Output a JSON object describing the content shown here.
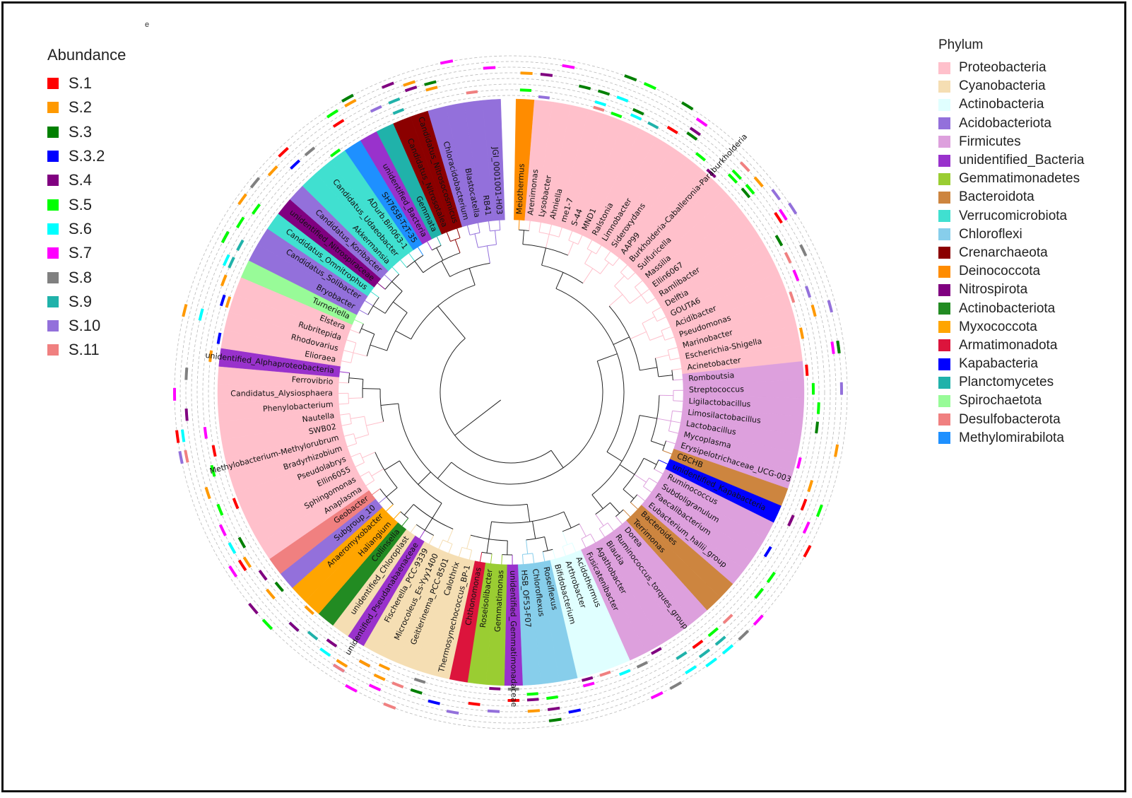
{
  "panel_mark": "e",
  "abundance_legend": {
    "title": "Abundance",
    "items": [
      {
        "label": "S.1",
        "color": "#ff0000"
      },
      {
        "label": "S.2",
        "color": "#ff9900"
      },
      {
        "label": "S.3",
        "color": "#008000"
      },
      {
        "label": "S.3.2",
        "color": "#0000ff"
      },
      {
        "label": "S.4",
        "color": "#800080"
      },
      {
        "label": "S.5",
        "color": "#00ff00"
      },
      {
        "label": "S.6",
        "color": "#00ffff"
      },
      {
        "label": "S.7",
        "color": "#ff00ff"
      },
      {
        "label": "S.8",
        "color": "#808080"
      },
      {
        "label": "S.9",
        "color": "#20b2aa"
      },
      {
        "label": "S.10",
        "color": "#9370db"
      },
      {
        "label": "S.11",
        "color": "#f08080"
      }
    ]
  },
  "phylum_legend": {
    "title": "Phylum",
    "items": [
      {
        "key": "Proteobacteria",
        "label": "Proteobacteria",
        "color": "#ffc0cb"
      },
      {
        "key": "Cyanobacteria",
        "label": "Cyanobacteria",
        "color": "#f5deb3"
      },
      {
        "key": "Actinobacteria",
        "label": "Actinobacteria",
        "color": "#e0ffff"
      },
      {
        "key": "Acidobacteriota",
        "label": "Acidobacteriota",
        "color": "#9370db"
      },
      {
        "key": "Firmicutes",
        "label": "Firmicutes",
        "color": "#dda0dd"
      },
      {
        "key": "unidentified_Bacteria",
        "label": "unidentified_Bacteria",
        "color": "#9932cc"
      },
      {
        "key": "Gemmatimonadetes",
        "label": "Gemmatimonadetes",
        "color": "#9acd32"
      },
      {
        "key": "Bacteroidota",
        "label": "Bacteroidota",
        "color": "#cd853f"
      },
      {
        "key": "Verrucomicrobiota",
        "label": "Verrucomicrobiota",
        "color": "#40e0d0"
      },
      {
        "key": "Chloroflexi",
        "label": "Chloroflexi",
        "color": "#87ceeb"
      },
      {
        "key": "Crenarchaeota",
        "label": "Crenarchaeota",
        "color": "#8b0000"
      },
      {
        "key": "Deinococcota",
        "label": "Deinococcota",
        "color": "#ff8c00"
      },
      {
        "key": "Nitrospirota",
        "label": "Nitrospirota",
        "color": "#800080"
      },
      {
        "key": "Actinobacteriota",
        "label": "Actinobacteriota",
        "color": "#228b22"
      },
      {
        "key": "Myxococcota",
        "label": "Myxococcota",
        "color": "#ffa500"
      },
      {
        "key": "Armatimonadota",
        "label": "Armatimonadota",
        "color": "#dc143c"
      },
      {
        "key": "Kapabacteria",
        "label": "Kapabacteria",
        "color": "#0000ff"
      },
      {
        "key": "Planctomycetes",
        "label": "Planctomycetes",
        "color": "#20b2aa"
      },
      {
        "key": "Spirochaetota",
        "label": "Spirochaetota",
        "color": "#98fb98"
      },
      {
        "key": "Desulfobacterota",
        "label": "Desulfobacterota",
        "color": "#f08080"
      },
      {
        "key": "Methylomirabilota",
        "label": "Methylomirabilota",
        "color": "#1e90ff"
      }
    ]
  },
  "tree": {
    "tips": [
      {
        "label": "Meiothermus",
        "phylum": "Deinococcota"
      },
      {
        "label": "Arenimonas",
        "phylum": "Proteobacteria"
      },
      {
        "label": "Lysobacter",
        "phylum": "Proteobacteria"
      },
      {
        "label": "Ahniella",
        "phylum": "Proteobacteria"
      },
      {
        "label": "me1-7",
        "phylum": "Proteobacteria"
      },
      {
        "label": "S-44",
        "phylum": "Proteobacteria"
      },
      {
        "label": "MND1",
        "phylum": "Proteobacteria"
      },
      {
        "label": "Ralstonia",
        "phylum": "Proteobacteria"
      },
      {
        "label": "Limnobacter",
        "phylum": "Proteobacteria"
      },
      {
        "label": "Sideroxydans",
        "phylum": "Proteobacteria"
      },
      {
        "label": "AAP99",
        "phylum": "Proteobacteria"
      },
      {
        "label": "Burkholderia-Caballeronia-Paraburkholderia",
        "phylum": "Proteobacteria"
      },
      {
        "label": "Sulfuricella",
        "phylum": "Proteobacteria"
      },
      {
        "label": "Massilia",
        "phylum": "Proteobacteria"
      },
      {
        "label": "Ellin6067",
        "phylum": "Proteobacteria"
      },
      {
        "label": "Ramlibacter",
        "phylum": "Proteobacteria"
      },
      {
        "label": "Delftia",
        "phylum": "Proteobacteria"
      },
      {
        "label": "GOUTA6",
        "phylum": "Proteobacteria"
      },
      {
        "label": "Acidibacter",
        "phylum": "Proteobacteria"
      },
      {
        "label": "Pseudomonas",
        "phylum": "Proteobacteria"
      },
      {
        "label": "Marinobacter",
        "phylum": "Proteobacteria"
      },
      {
        "label": "Escherichia-Shigella",
        "phylum": "Proteobacteria"
      },
      {
        "label": "Acinetobacter",
        "phylum": "Proteobacteria"
      },
      {
        "label": "Romboutsia",
        "phylum": "Firmicutes"
      },
      {
        "label": "Streptococcus",
        "phylum": "Firmicutes"
      },
      {
        "label": "Ligilactobacillus",
        "phylum": "Firmicutes"
      },
      {
        "label": "Limosilactobacillus",
        "phylum": "Firmicutes"
      },
      {
        "label": "Lactobacillus",
        "phylum": "Firmicutes"
      },
      {
        "label": "Mycoplasma",
        "phylum": "Firmicutes"
      },
      {
        "label": "Erysipelotrichaceae_UCG-003",
        "phylum": "Firmicutes"
      },
      {
        "label": "CBCHB",
        "phylum": "Bacteroidota"
      },
      {
        "label": "unidentified_Kapabacteria",
        "phylum": "Kapabacteria"
      },
      {
        "label": "Ruminococcus",
        "phylum": "Firmicutes"
      },
      {
        "label": "Subdoligranulum",
        "phylum": "Firmicutes"
      },
      {
        "label": "Faecalibacterium",
        "phylum": "Firmicutes"
      },
      {
        "label": "Eubacterium_hallii_group",
        "phylum": "Firmicutes"
      },
      {
        "label": "Bacteroides",
        "phylum": "Bacteroidota"
      },
      {
        "label": "Terrimonas",
        "phylum": "Bacteroidota"
      },
      {
        "label": "Dorea",
        "phylum": "Firmicutes"
      },
      {
        "label": "Ruminococcus_torques_group",
        "phylum": "Firmicutes"
      },
      {
        "label": "Blautia",
        "phylum": "Firmicutes"
      },
      {
        "label": "Agathobacter",
        "phylum": "Firmicutes"
      },
      {
        "label": "Fusicatenibacter",
        "phylum": "Firmicutes"
      },
      {
        "label": "Acidothermus",
        "phylum": "Actinobacteria"
      },
      {
        "label": "Arthrobacter",
        "phylum": "Actinobacteria"
      },
      {
        "label": "Bifidobacterium",
        "phylum": "Actinobacteria"
      },
      {
        "label": "Roseiflexus",
        "phylum": "Chloroflexi"
      },
      {
        "label": "Chloroflexus",
        "phylum": "Chloroflexi"
      },
      {
        "label": "HSB_OF53-F07",
        "phylum": "Chloroflexi"
      },
      {
        "label": "unidentified_Gemmatimonadaceae",
        "phylum": "unidentified_Bacteria"
      },
      {
        "label": "Gemmatimonas",
        "phylum": "Gemmatimonadetes"
      },
      {
        "label": "Roseisolibacter",
        "phylum": "Gemmatimonadetes"
      },
      {
        "label": "Chthonomonas",
        "phylum": "Armatimonadota"
      },
      {
        "label": "Thermosynechococcus_BP-1",
        "phylum": "Cyanobacteria"
      },
      {
        "label": "Calothrix",
        "phylum": "Cyanobacteria"
      },
      {
        "label": "Geitlerinema_PCC-8501",
        "phylum": "Cyanobacteria"
      },
      {
        "label": "Microcoleus_Es-Yyy1400",
        "phylum": "Cyanobacteria"
      },
      {
        "label": "Fischerella_PCC-9339",
        "phylum": "Cyanobacteria"
      },
      {
        "label": "unidentified_Pseudanabaenaceae",
        "phylum": "unidentified_Bacteria"
      },
      {
        "label": "unidentified_Chloroplast",
        "phylum": "Cyanobacteria"
      },
      {
        "label": "Collinsella",
        "phylum": "Actinobacteriota"
      },
      {
        "label": "Haliangium",
        "phylum": "Myxococcota"
      },
      {
        "label": "Anaeromyxobacter",
        "phylum": "Myxococcota"
      },
      {
        "label": "Subgroup_10",
        "phylum": "Acidobacteriota"
      },
      {
        "label": "Geobacter",
        "phylum": "Desulfobacterota"
      },
      {
        "label": "Anaplasma",
        "phylum": "Proteobacteria"
      },
      {
        "label": "Sphingomonas",
        "phylum": "Proteobacteria"
      },
      {
        "label": "Ellin6055",
        "phylum": "Proteobacteria"
      },
      {
        "label": "Pseudolabrys",
        "phylum": "Proteobacteria"
      },
      {
        "label": "Bradyrhizobium",
        "phylum": "Proteobacteria"
      },
      {
        "label": "Methylobacterium-Methylorubrum",
        "phylum": "Proteobacteria"
      },
      {
        "label": "SWB02",
        "phylum": "Proteobacteria"
      },
      {
        "label": "Nautella",
        "phylum": "Proteobacteria"
      },
      {
        "label": "Phenylobacterium",
        "phylum": "Proteobacteria"
      },
      {
        "label": "Candidatus_Alysiosphaera",
        "phylum": "Proteobacteria"
      },
      {
        "label": "Ferrovibrio",
        "phylum": "Proteobacteria"
      },
      {
        "label": "unidentified_Alphaproteobacteria",
        "phylum": "unidentified_Bacteria"
      },
      {
        "label": "Elioraea",
        "phylum": "Proteobacteria"
      },
      {
        "label": "Rhodovarius",
        "phylum": "Proteobacteria"
      },
      {
        "label": "Rubritepida",
        "phylum": "Proteobacteria"
      },
      {
        "label": "Elstera",
        "phylum": "Proteobacteria"
      },
      {
        "label": "Turneriella",
        "phylum": "Spirochaetota"
      },
      {
        "label": "Bryobacter",
        "phylum": "Acidobacteriota"
      },
      {
        "label": "Candidatus_Solibacter",
        "phylum": "Acidobacteriota"
      },
      {
        "label": "Candidatus_Omnitrophus",
        "phylum": "Verrucomicrobiota"
      },
      {
        "label": "unidentified_Nitrospiraceae",
        "phylum": "Nitrospirota"
      },
      {
        "label": "Candidatus_Koribacter",
        "phylum": "Acidobacteriota"
      },
      {
        "label": "Akkermansia",
        "phylum": "Verrucomicrobiota"
      },
      {
        "label": "Candidatus_Udaeobacter",
        "phylum": "Verrucomicrobiota"
      },
      {
        "label": "ADurb.Bin063-1",
        "phylum": "Verrucomicrobiota"
      },
      {
        "label": "SH765B-TzT-35",
        "phylum": "Methylomirabilota"
      },
      {
        "label": "unidentified_Bacteria",
        "phylum": "unidentified_Bacteria"
      },
      {
        "label": "Gemmata",
        "phylum": "Planctomycetes"
      },
      {
        "label": "Candidatus_Nitrosotalea",
        "phylum": "Crenarchaeota"
      },
      {
        "label": "Candidatus_Nitrosocosmicus",
        "phylum": "Crenarchaeota"
      },
      {
        "label": "Chloracidobacterium",
        "phylum": "Acidobacteriota"
      },
      {
        "label": "Blastocatella",
        "phylum": "Acidobacteriota"
      },
      {
        "label": "RB41",
        "phylum": "Acidobacteriota"
      },
      {
        "label": "JGI_0001001-H03",
        "phylum": "Acidobacteriota"
      }
    ]
  }
}
